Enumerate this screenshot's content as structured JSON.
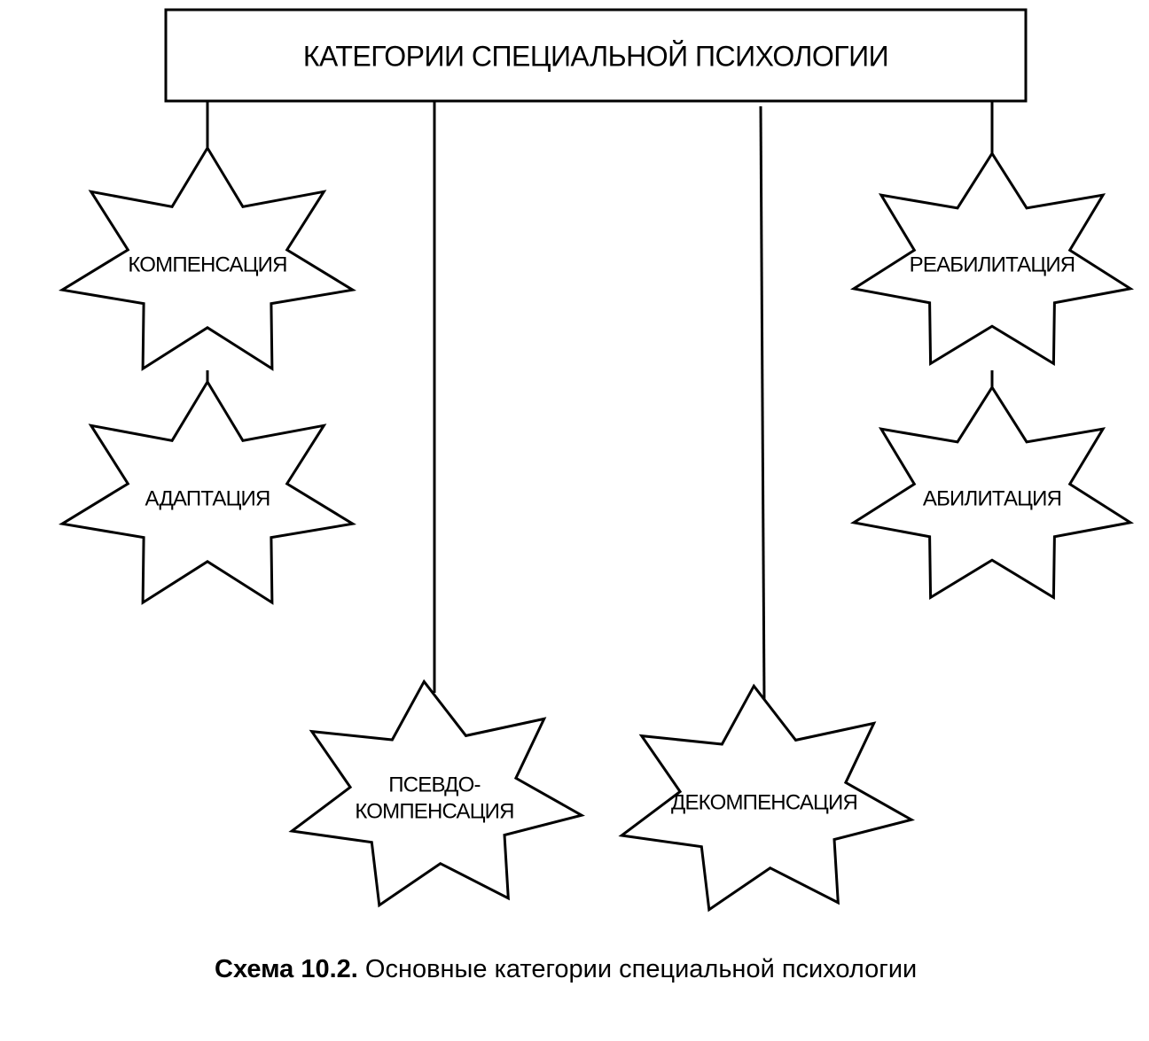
{
  "title": "КАТЕГОРИИ СПЕЦИАЛЬНОЙ ПСИХОЛОГИИ",
  "categories": {
    "compensation": [
      "КОМПЕНСАЦИЯ"
    ],
    "adaptation": [
      "АДАПТАЦИЯ"
    ],
    "pseudocompensation": [
      "ПСЕВДО-",
      "КОМПЕНСАЦИЯ"
    ],
    "decompensation": [
      "ДЕКОМПЕНСАЦИЯ"
    ],
    "rehabilitation": [
      "РЕАБИЛИТАЦИЯ"
    ],
    "habilitation": [
      "АБИЛИТАЦИЯ"
    ]
  },
  "caption": {
    "number": "Схема 10.2.",
    "text": "Основные категории специальной психологии"
  }
}
